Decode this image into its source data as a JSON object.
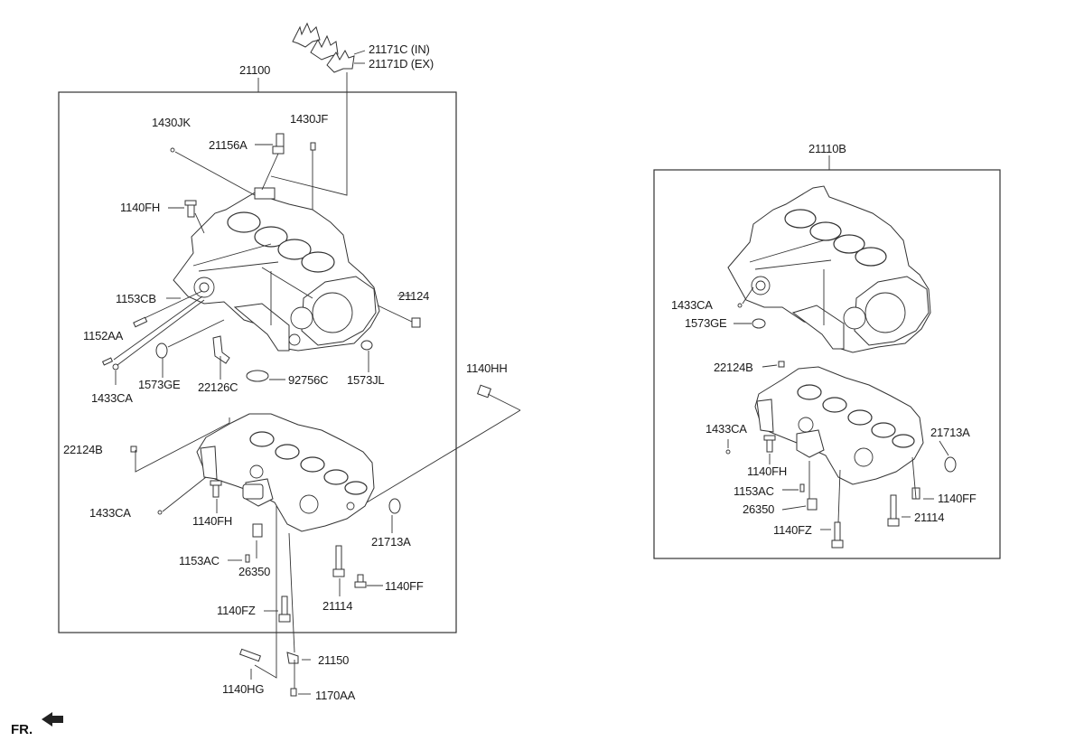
{
  "diagram": {
    "left_assembly_label": "21100",
    "right_assembly_label": "21110B",
    "front_marker": "FR.",
    "parts_left": [
      "21171C (IN)",
      "21171D (EX)",
      "1430JK",
      "1430JF",
      "21156A",
      "1140FH",
      "1153CB",
      "1152AA",
      "1433CA",
      "1573GE",
      "22126C",
      "92756C",
      "1573JL",
      "21124",
      "1140HH",
      "22124B",
      "1433CA",
      "1140FH",
      "1153AC",
      "26350",
      "21713A",
      "1140FF",
      "21114",
      "1140FZ",
      "1140HG",
      "21150",
      "1170AA"
    ],
    "parts_right": [
      "1433CA",
      "1573GE",
      "22124B",
      "1433CA",
      "21713A",
      "1140FH",
      "1153AC",
      "26350",
      "1140FF",
      "21114",
      "1140FZ"
    ]
  }
}
